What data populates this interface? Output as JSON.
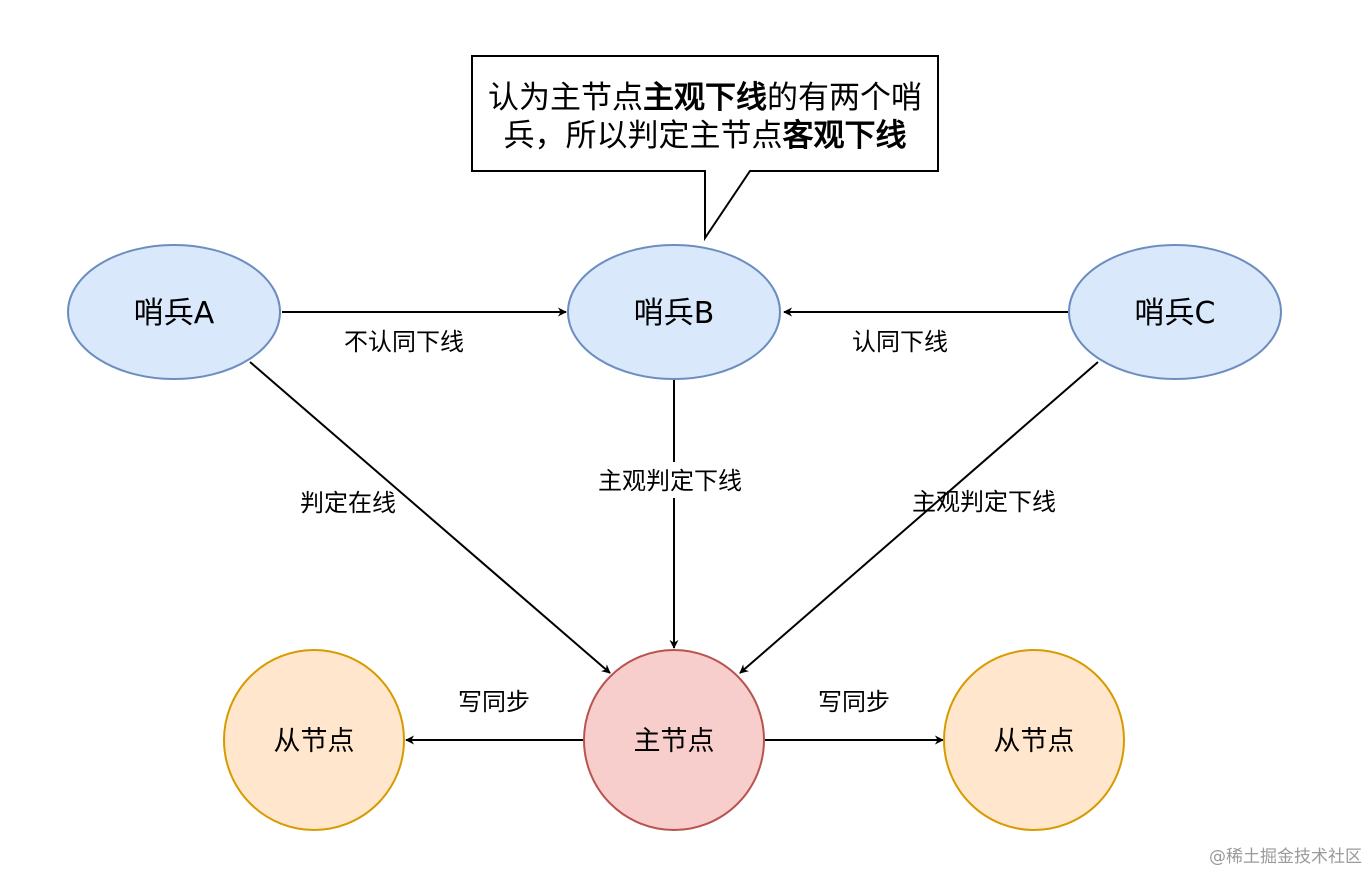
{
  "colors": {
    "sentinel_fill": "#dae8fc",
    "sentinel_stroke": "#6c8ebf",
    "master_fill": "#f8cecc",
    "master_stroke": "#b85450",
    "slave_fill": "#ffe6cc",
    "slave_stroke": "#d79b00",
    "edge": "#000000"
  },
  "nodes": {
    "sentinel_a": "哨兵A",
    "sentinel_b": "哨兵B",
    "sentinel_c": "哨兵C",
    "master": "主节点",
    "slave_left": "从节点",
    "slave_right": "从节点"
  },
  "edges": {
    "a_to_b": "不认同下线",
    "c_to_b": "认同下线",
    "a_to_master": "判定在线",
    "b_to_master": "主观判定下线",
    "c_to_master": "主观判定下线",
    "master_to_left": "写同步",
    "master_to_right": "写同步"
  },
  "callout": {
    "line1_part1": "认为主节点",
    "line1_bold": "主观下线",
    "line1_part2": "的有两个哨",
    "line2_part1": "兵，所以判定主节点",
    "line2_bold": "客观下线"
  },
  "watermark": "@稀土掘金技术社区"
}
